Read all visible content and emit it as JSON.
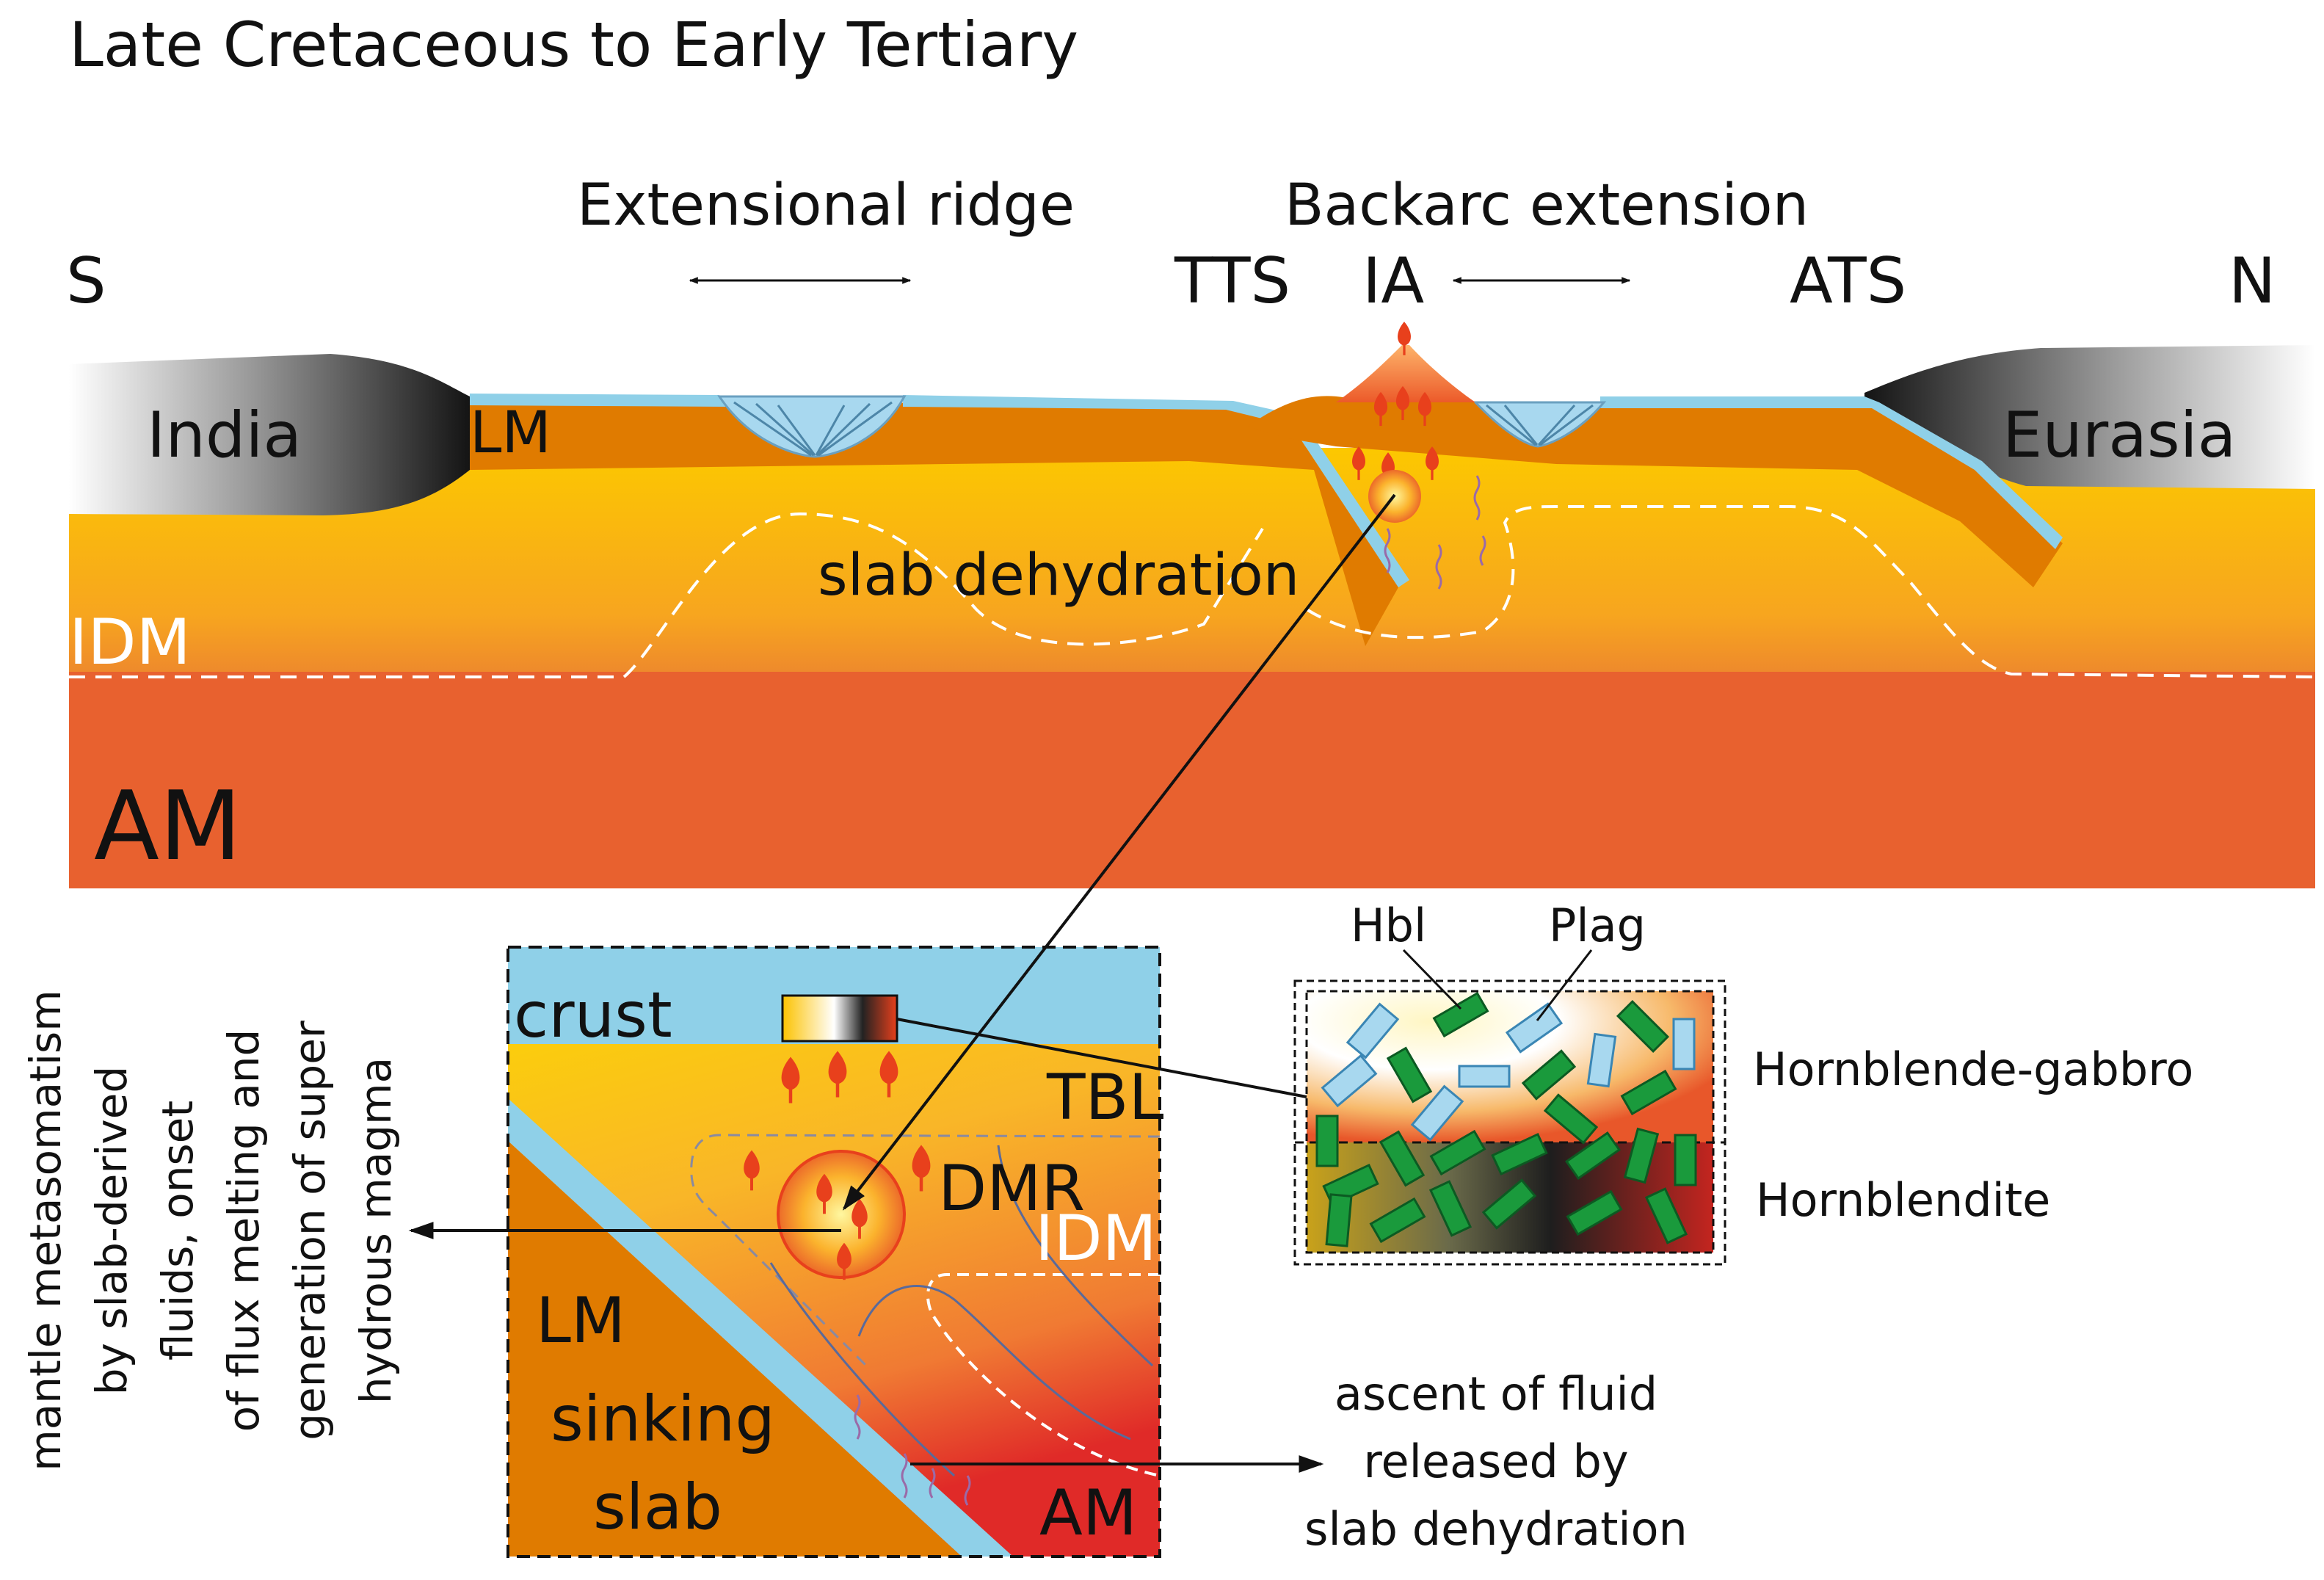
{
  "title": "Late Cretaceous to Early Tertiary",
  "top_labels": {
    "extensional_ridge": "Extensional ridge",
    "backarc_extension": "Backarc extension",
    "south": "S",
    "north": "N",
    "tts": "TTS",
    "ia": "IA",
    "ats": "ATS"
  },
  "section_labels": {
    "india": "India",
    "eurasia": "Eurasia",
    "lm": "LM",
    "slab_dehydration": "slab dehydration",
    "idm": "IDM",
    "am": "AM"
  },
  "inset_labels": {
    "crust": "crust",
    "tbl": "TBL",
    "dmr": "DMR",
    "idm": "IDM",
    "lm": "LM",
    "sinking": "sinking",
    "slab": "slab",
    "am": "AM"
  },
  "mineral_labels": {
    "hbl": "Hbl",
    "plag": "Plag",
    "hornblende_gabbro": "Hornblende-gabbro",
    "hornblendite": "Hornblendite"
  },
  "side_note": {
    "lines": [
      "mantle metasomatism",
      "by slab-derived",
      "fluids, onset",
      "of flux melting and",
      "generation of super",
      "hydrous magma"
    ]
  },
  "fluid_note": {
    "lines": [
      "ascent of fluid",
      "released by",
      "slab dehydration"
    ]
  },
  "colors": {
    "crust_blue": "#8fd0e8",
    "lithosphere_orange": "#e07b00",
    "mantle_yellow": "#fcc200",
    "asthenosphere_red": "#e8612f",
    "melt_red": "#e8401c",
    "hornblende_green": "#1a9a3c",
    "plagioclase_blue": "#a8d8ef"
  }
}
